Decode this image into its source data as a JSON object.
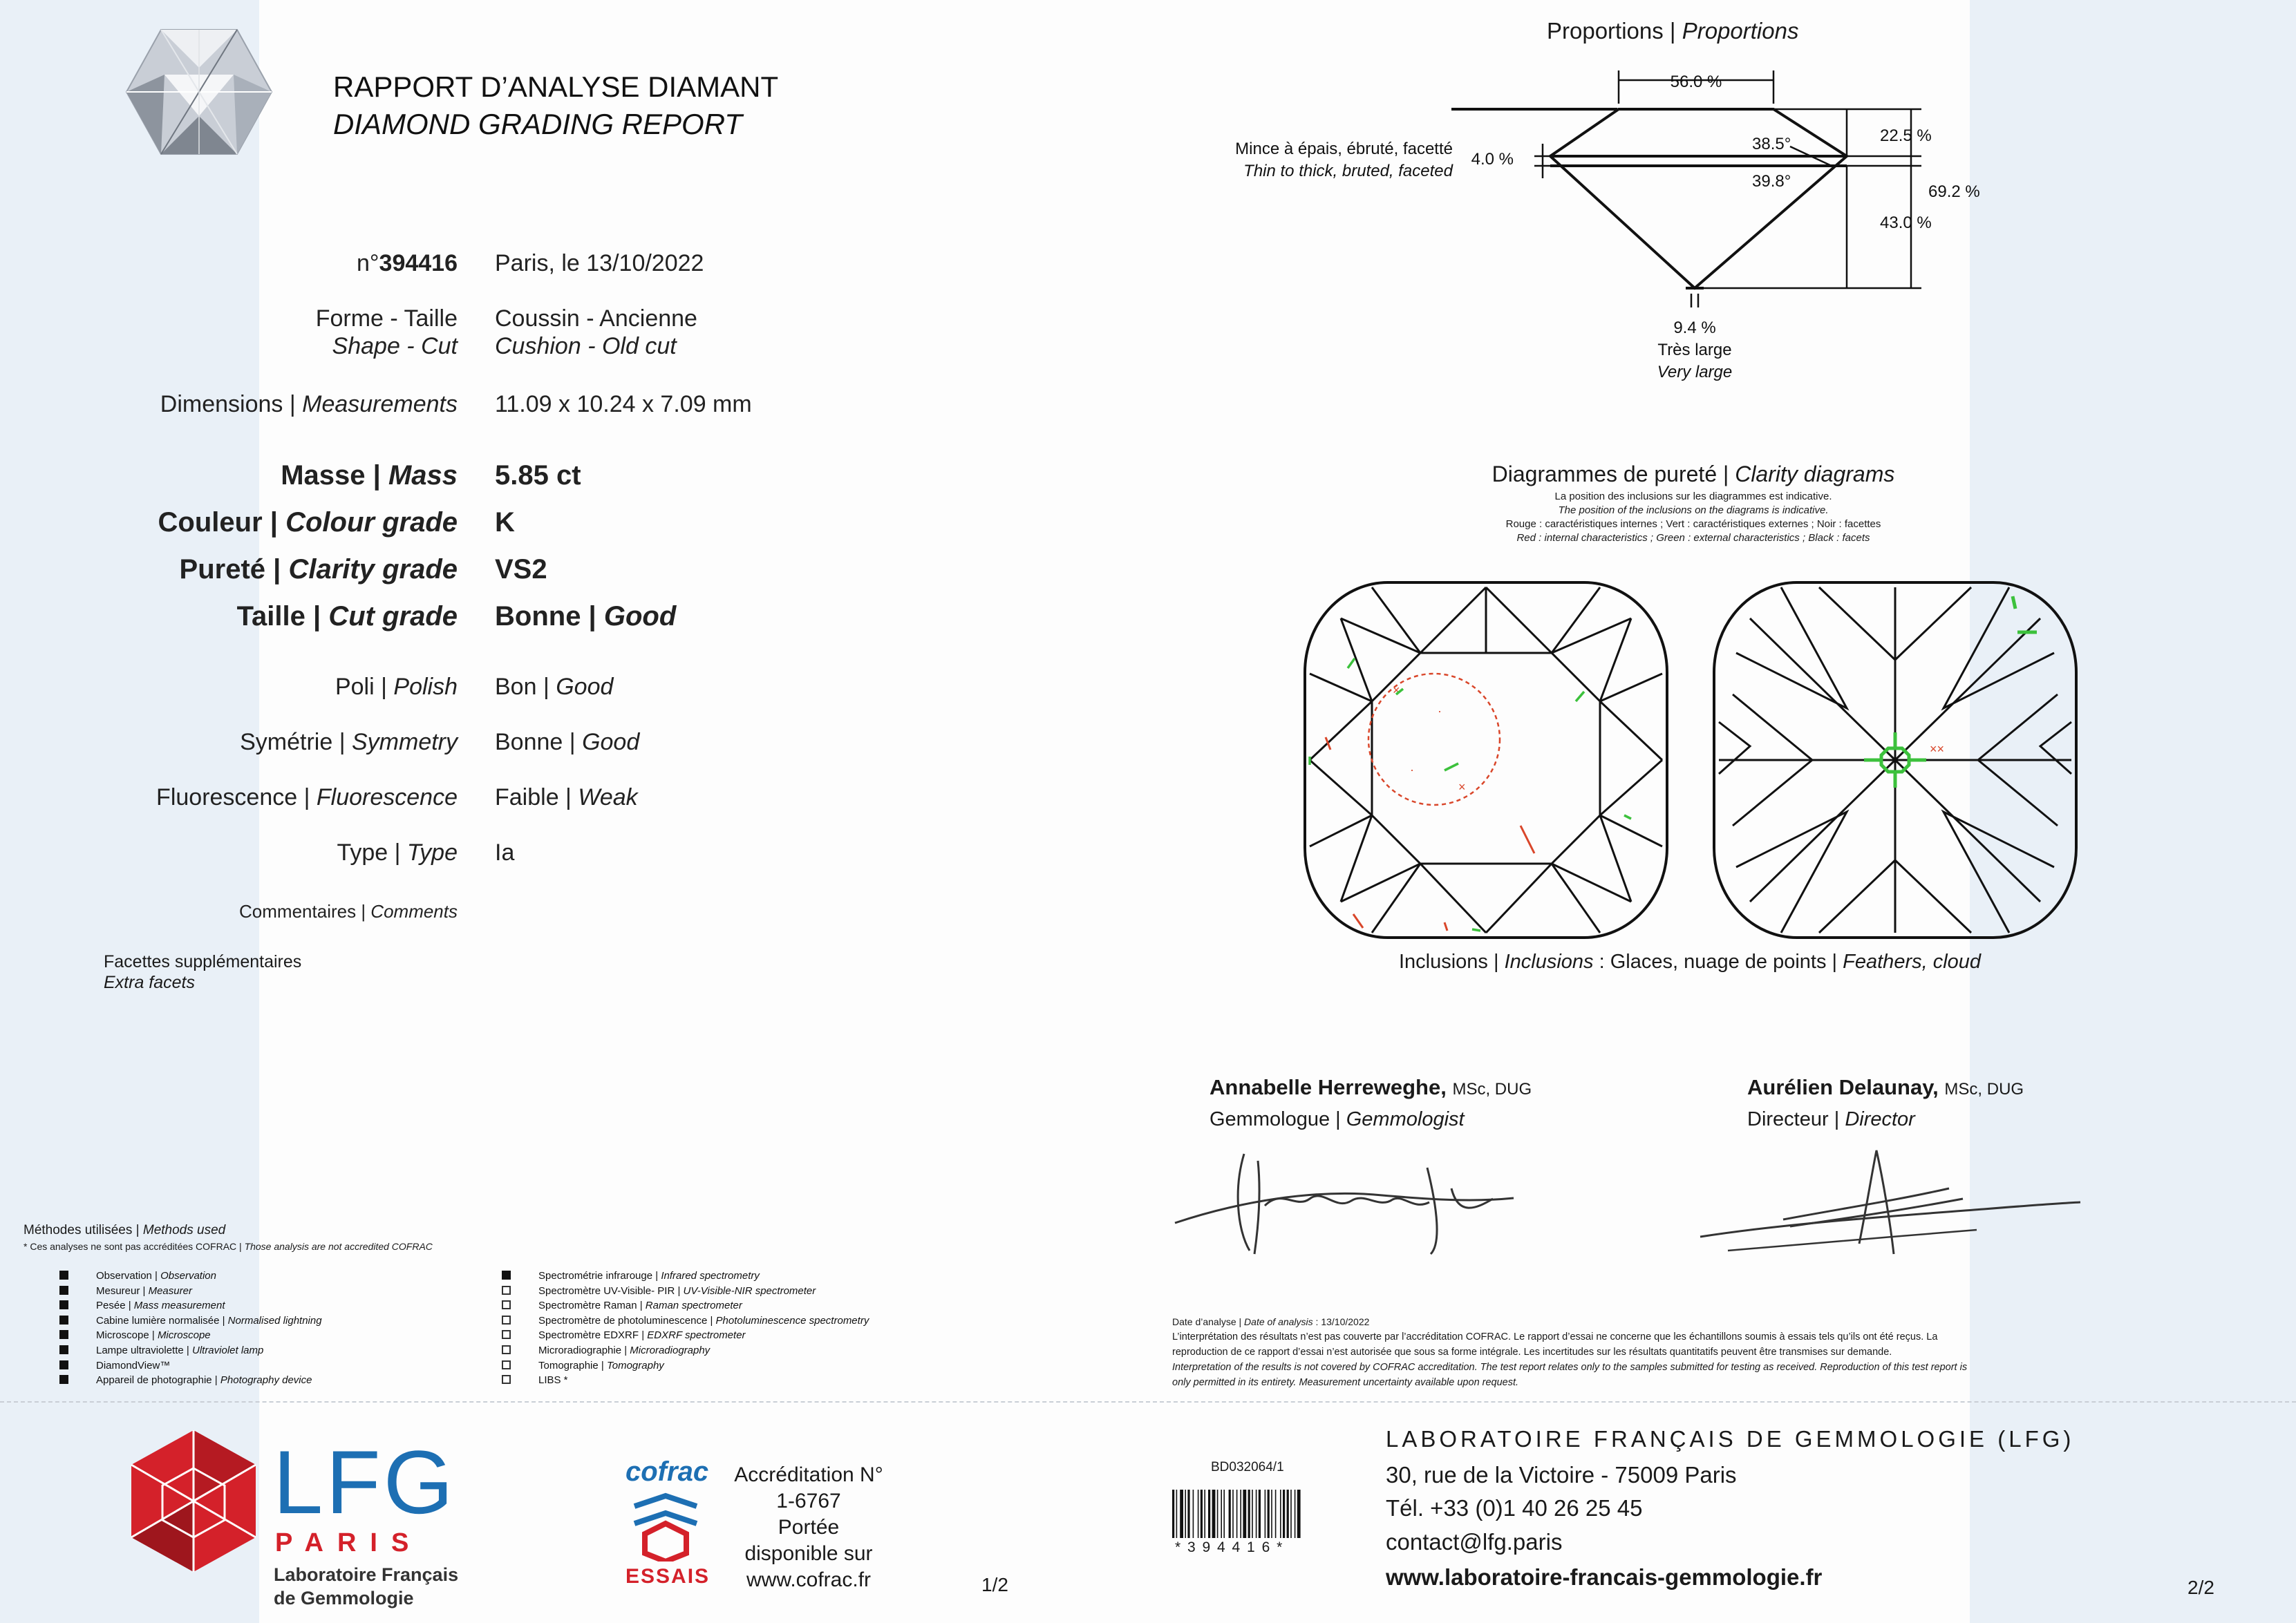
{
  "report": {
    "title_fr": "RAPPORT D’ANALYSE DIAMANT",
    "title_en": "DIAMOND GRADING REPORT",
    "number_prefix": "n°",
    "number": "394416",
    "place_date": "Paris, le 13/10/2022"
  },
  "fields": {
    "shape_label_fr": "Forme - Taille",
    "shape_label_en": "Shape - Cut",
    "shape_value_fr": "Coussin - Ancienne",
    "shape_value_en": "Cushion - Old cut",
    "dimensions_label_fr": "Dimensions",
    "dimensions_label_en": "Measurements",
    "dimensions_value": "11.09 x 10.24 x 7.09 mm",
    "mass_label_fr": "Masse",
    "mass_label_en": "Mass",
    "mass_value": "5.85 ct",
    "colour_label_fr": "Couleur",
    "colour_label_en": "Colour grade",
    "colour_value": "K",
    "clarity_label_fr": "Pureté",
    "clarity_label_en": "Clarity grade",
    "clarity_value": "VS2",
    "cut_label_fr": "Taille",
    "cut_label_en": "Cut grade",
    "cut_value_fr": "Bonne",
    "cut_value_en": "Good",
    "polish_label_fr": "Poli",
    "polish_label_en": "Polish",
    "polish_value_fr": "Bon",
    "polish_value_en": "Good",
    "symmetry_label_fr": "Symétrie",
    "symmetry_label_en": "Symmetry",
    "symmetry_value_fr": "Bonne",
    "symmetry_value_en": "Good",
    "fluorescence_label_fr": "Fluorescence",
    "fluorescence_label_en": "Fluorescence",
    "fluorescence_value_fr": "Faible",
    "fluorescence_value_en": "Weak",
    "type_label_fr": "Type",
    "type_label_en": "Type",
    "type_value": "Ia",
    "comments_label_fr": "Commentaires",
    "comments_label_en": "Comments",
    "extra_facets_fr": "Facettes supplémentaires",
    "extra_facets_en": "Extra facets"
  },
  "proportions": {
    "title_fr": "Proportions",
    "title_en": "Proportions",
    "table": "56.0 %",
    "crown_height": "22.5 %",
    "total_depth": "69.2 %",
    "pavilion_depth": "43.0 %",
    "crown_angle": "38.5°",
    "pavilion_angle": "39.8°",
    "girdle": "4.0 %",
    "girdle_desc_fr": "Mince à épais, ébruté, facetté",
    "girdle_desc_en": "Thin to thick, bruted, faceted",
    "culet": "9.4 %",
    "culet_desc_fr": "Très large",
    "culet_desc_en": "Very large"
  },
  "clarity_diagrams": {
    "title_fr": "Diagrammes de pureté",
    "title_en": "Clarity diagrams",
    "note1_fr": "La position des inclusions sur les diagrammes est indicative.",
    "note1_en": "The position of the inclusions on the diagrams is indicative.",
    "note2_fr": "Rouge : caractéristiques internes ; Vert : caractéristiques externes ; Noir : facettes",
    "note2_en": "Red : internal characteristics ; Green : external characteristics ; Black : facets",
    "inclusions_label_fr": "Inclusions",
    "inclusions_label_en": "Inclusions",
    "inclusions_value_fr": "Glaces, nuage de points",
    "inclusions_value_en": "Feathers, cloud",
    "colors": {
      "internal": "#d9462a",
      "external": "#3cc13c",
      "facets": "#111111"
    }
  },
  "signatories": [
    {
      "name": "Annabelle Herreweghe,",
      "degree": "MSc, DUG",
      "role_fr": "Gemmologue",
      "role_en": "Gemmologist"
    },
    {
      "name": "Aurélien Delaunay,",
      "degree": "MSc, DUG",
      "role_fr": "Directeur",
      "role_en": "Director"
    }
  ],
  "methods": {
    "title_fr": "Méthodes utilisées",
    "title_en": "Methods used",
    "note_fr": "* Ces analyses ne sont pas accréditées COFRAC",
    "note_en": "Those analysis are not accredited COFRAC",
    "col1": [
      {
        "fr": "Observation",
        "en": "Observation",
        "checked": true
      },
      {
        "fr": "Mesureur",
        "en": "Measurer",
        "checked": true
      },
      {
        "fr": "Pesée",
        "en": "Mass measurement",
        "checked": true
      },
      {
        "fr": "Cabine lumière normalisée",
        "en": "Normalised lightning",
        "checked": true
      },
      {
        "fr": "Microscope",
        "en": "Microscope",
        "checked": true
      },
      {
        "fr": "Lampe ultraviolette",
        "en": "Ultraviolet lamp",
        "checked": true
      },
      {
        "fr": "DiamondView™",
        "en": "",
        "checked": true
      },
      {
        "fr": "Appareil de photographie",
        "en": "Photography device",
        "checked": true
      }
    ],
    "col2": [
      {
        "fr": "Spectrométrie infrarouge",
        "en": "Infrared spectrometry",
        "checked": true
      },
      {
        "fr": "Spectromètre UV-Visible- PIR",
        "en": "UV-Visible-NIR spectrometer",
        "checked": false
      },
      {
        "fr": "Spectromètre Raman",
        "en": "Raman spectrometer",
        "checked": false
      },
      {
        "fr": "Spectromètre de photoluminescence",
        "en": "Photoluminescence spectrometry",
        "checked": false
      },
      {
        "fr": "Spectromètre EDXRF",
        "en": "EDXRF spectrometer",
        "checked": false
      },
      {
        "fr": "Microradiographie",
        "en": "Microradiography",
        "checked": false
      },
      {
        "fr": "Tomographie",
        "en": "Tomography",
        "checked": false
      },
      {
        "fr": "LIBS *",
        "en": "",
        "checked": false
      }
    ]
  },
  "legal": {
    "date_label_fr": "Date d’analyse",
    "date_label_en": "Date of analysis",
    "date_value": ": 13/10/2022",
    "line1": "L’interprétation des résultats n’est pas couverte par l’accréditation COFRAC. Le rapport d’essai ne concerne que les échantillons soumis à essais tels qu’ils ont été reçus. La",
    "line2": "reproduction de ce rapport d’essai n’est autorisée que sous sa forme intégrale. Les incertitudes sur les résultats quantitatifs peuvent être transmises sur demande.",
    "line3": "Interpretation of the results is not covered by COFRAC accreditation. The test report relates only to the samples submitted for testing as received. Reproduction of this test report is",
    "line4": "only permitted in its entirety. Measurement uncertainty available upon request."
  },
  "footer": {
    "lfg_letters": "LFG",
    "lfg_paris": "PARIS",
    "lfg_name1": "Laboratoire Français",
    "lfg_name2": "de Gemmologie",
    "cofrac_word": "cofrac",
    "cofrac_essais": "ESSAIS",
    "accreditation_lines": [
      "Accréditation N°",
      "1-6767",
      "Portée",
      "disponible sur",
      "www.cofrac.fr"
    ],
    "page_left": "1/2",
    "barcode_ref": "BD032064/1",
    "barcode_digits": "* 3 9 4 4 1 6 *",
    "lab_title": "LABORATOIRE FRANÇAIS DE GEMMOLOGIE (LFG)",
    "address": "30, rue de la Victoire - 75009 Paris",
    "phone": "Tél. +33 (0)1 40 26 25 45",
    "email": "contact@lfg.paris",
    "website": "www.laboratoire-francais-gemmologie.fr",
    "page_right": "2/2",
    "brand_red": "#d4212a",
    "brand_blue": "#1d6fb3"
  }
}
